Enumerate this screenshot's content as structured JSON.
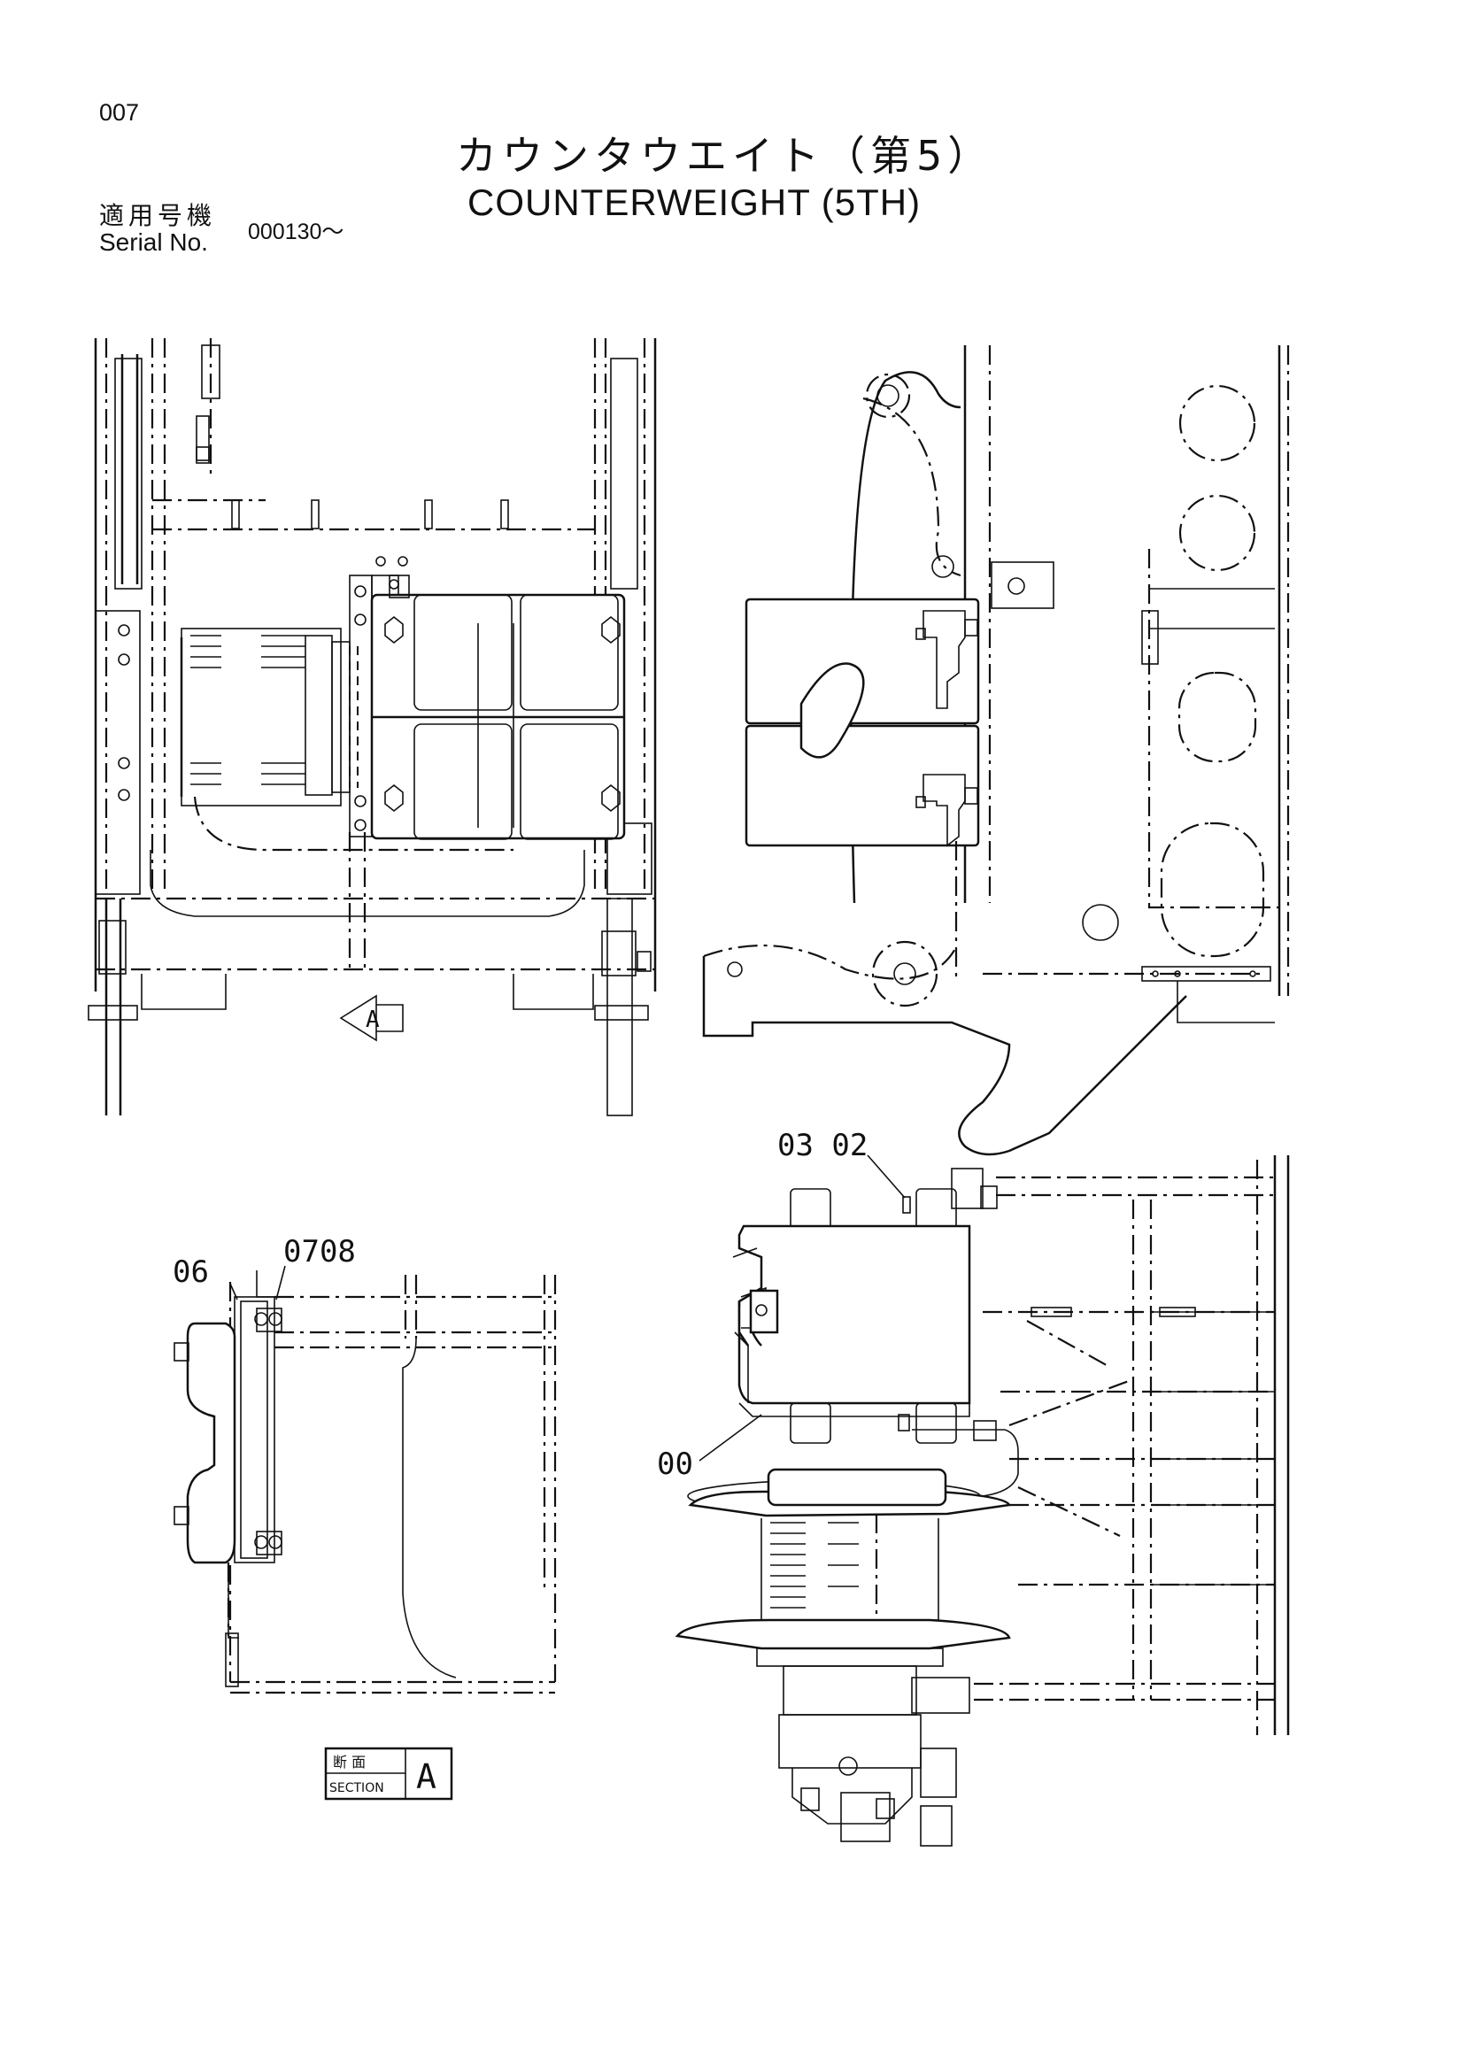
{
  "header": {
    "page_number": "007",
    "title_jp": "カウンタウエイト（第5）",
    "title_en": "COUNTERWEIGHT (5TH)",
    "serial_label_jp": "適用号機",
    "serial_label_en": "Serial No.",
    "serial_value": "000130～"
  },
  "callouts": {
    "c0302": "03 02",
    "c0708": "0708",
    "c06": "06",
    "c00": "00",
    "view_arrow": "A"
  },
  "section_box": {
    "label_jp": "断 面",
    "label_en": "SECTION",
    "letter": "A"
  }
}
